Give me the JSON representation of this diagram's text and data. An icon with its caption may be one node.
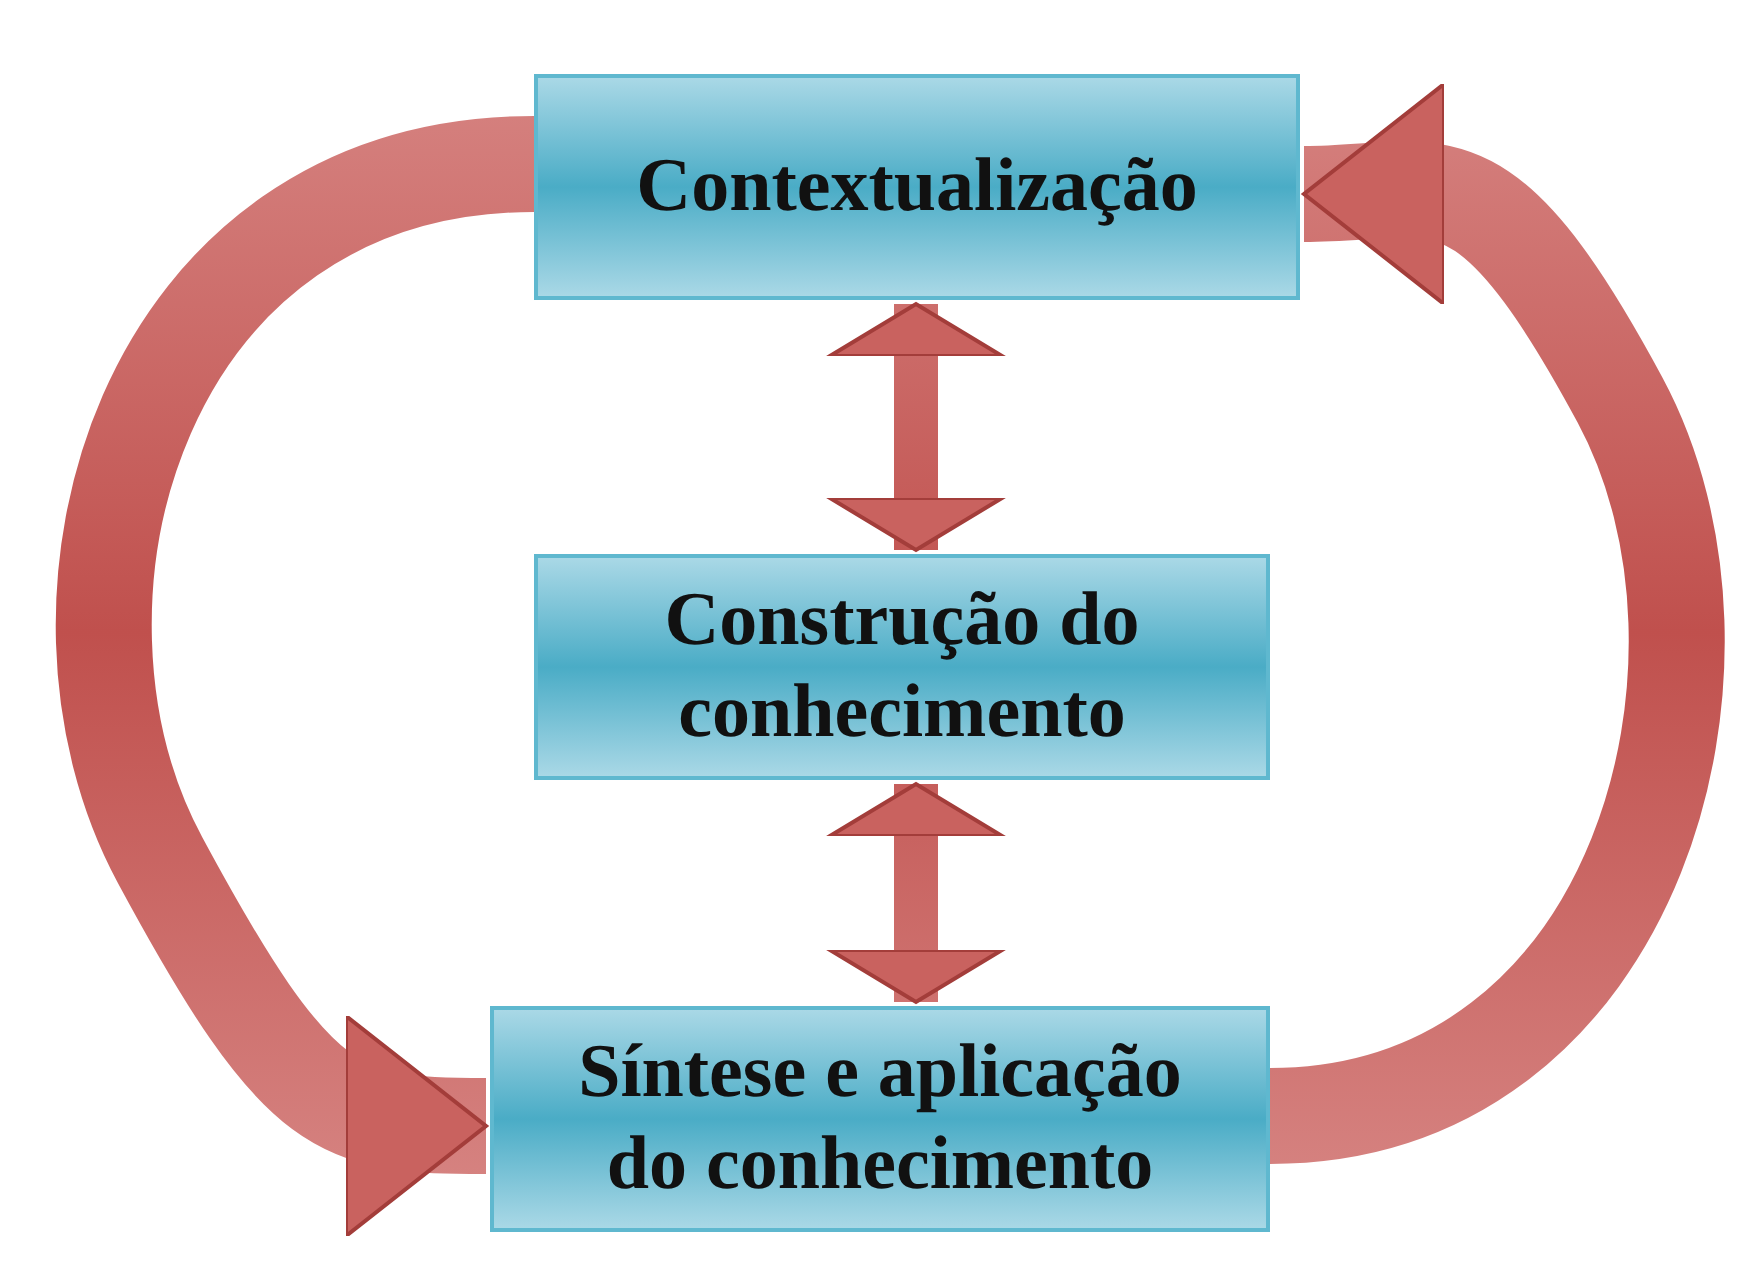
{
  "diagram": {
    "nodes": [
      {
        "text": [
          "Contextualização"
        ]
      },
      {
        "text": [
          "Construção do conhecimento"
        ]
      },
      {
        "text": [
          "Síntese e aplicação do conhecimento"
        ]
      }
    ],
    "edges": [
      {
        "from": 0,
        "to": 1,
        "arrow": "both"
      },
      {
        "from": 1,
        "to": 2,
        "arrow": "both"
      },
      {
        "from": 0,
        "to": 2,
        "arrow": "to",
        "style": "thick"
      },
      {
        "from": 2,
        "to": 0,
        "arrow": "to",
        "style": "thick"
      }
    ]
  }
}
